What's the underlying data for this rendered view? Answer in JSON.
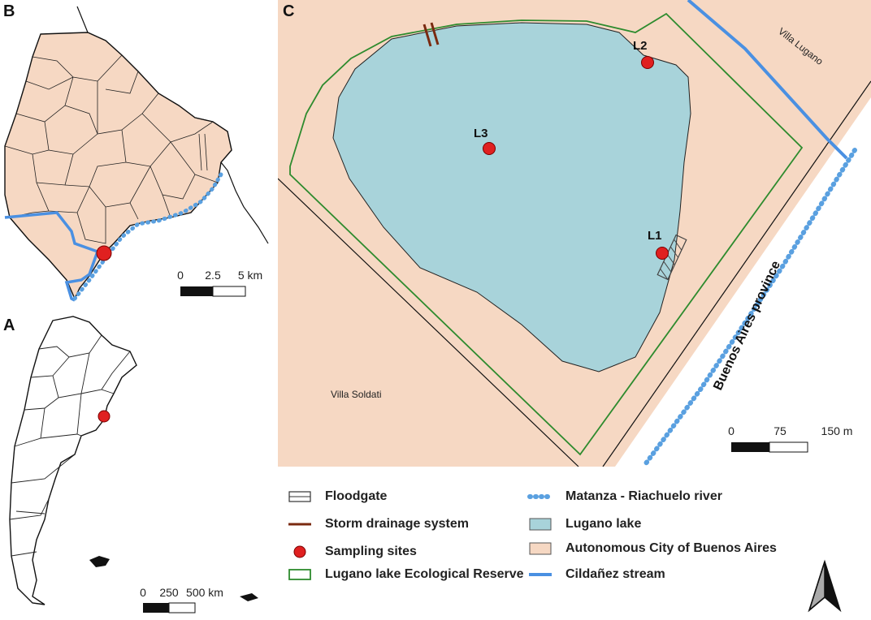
{
  "panels": {
    "a": {
      "label": "A",
      "scalebar": {
        "ticks": [
          "0",
          "250",
          "500 km"
        ]
      }
    },
    "b": {
      "label": "B",
      "scalebar": {
        "ticks": [
          "0",
          "2.5",
          "5 km"
        ]
      }
    },
    "c": {
      "label": "C",
      "place_labels": {
        "villa_lugano": "Villa Lugano",
        "villa_soldati": "Villa Soldati",
        "province": "Buenos Aires province"
      },
      "sites": [
        {
          "name": "L1"
        },
        {
          "name": "L2"
        },
        {
          "name": "L3"
        }
      ],
      "scalebar": {
        "ticks": [
          "0",
          "75",
          "150 m"
        ]
      }
    }
  },
  "legend": [
    {
      "label": "Floodgate",
      "symbol": "floodgate"
    },
    {
      "label": "Storm drainage system",
      "symbol": "drainage"
    },
    {
      "label": "Sampling sites",
      "symbol": "sampling"
    },
    {
      "label": "Lugano lake Ecological Reserve",
      "symbol": "reserve"
    },
    {
      "label": "Matanza - Riachuelo river",
      "symbol": "river"
    },
    {
      "label": "Lugano lake",
      "symbol": "lake"
    },
    {
      "label": "Autonomous City of Buenos Aires",
      "symbol": "city"
    },
    {
      "label": "Cildañez stream",
      "symbol": "stream"
    }
  ],
  "colors": {
    "city": "#f6d8c3",
    "lake": "#a8d3da",
    "reserve": "#2e8b2e",
    "river": "#5aa0e0",
    "stream": "#4a90e2",
    "drainage": "#7a2a10",
    "site": "#e02020"
  },
  "north_arrow": "north-arrow-icon"
}
